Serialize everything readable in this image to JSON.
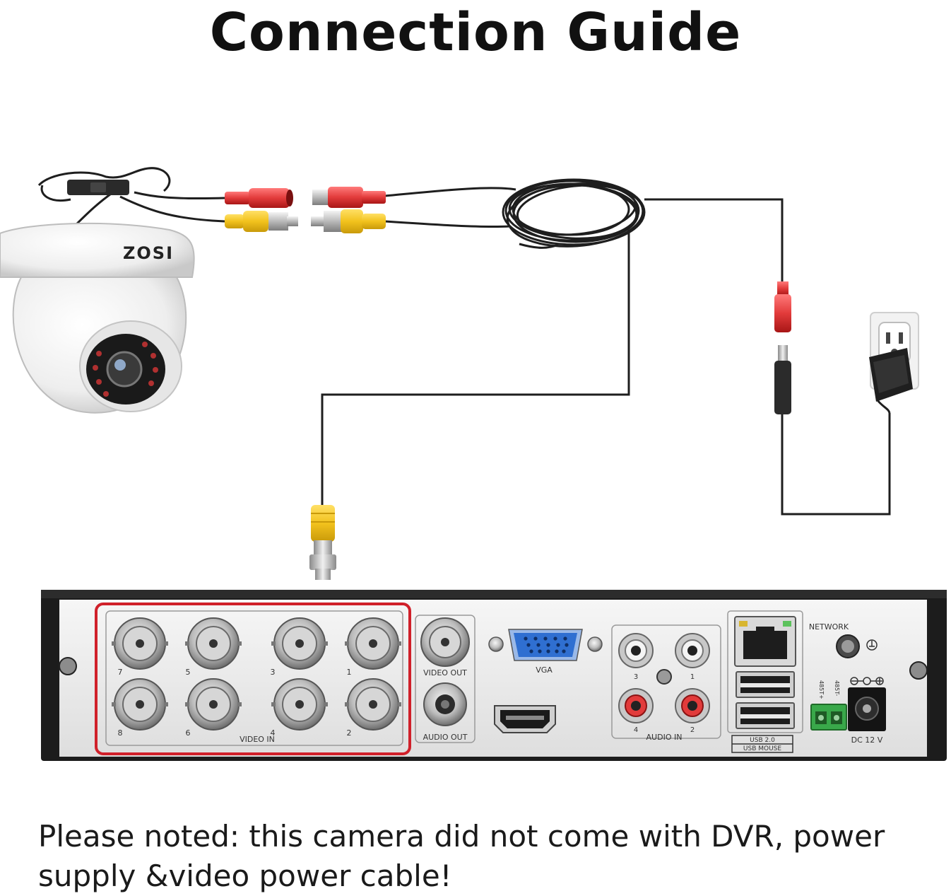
{
  "title": "Connection Guide",
  "note": "Please noted: this camera did not come with DVR, power supply &video power cable!",
  "camera": {
    "brand": "ZOSI"
  },
  "dvr": {
    "video_in_label": "VIDEO IN",
    "channel_numbers": [
      "7",
      "5",
      "3",
      "1",
      "8",
      "6",
      "4",
      "2"
    ],
    "video_out_label": "VIDEO OUT",
    "audio_out_label": "AUDIO OUT",
    "vga_label": "VGA",
    "audio_in_label": "AUDIO IN",
    "audio_in_numbers": [
      "3",
      "1",
      "4",
      "2"
    ],
    "network_label": "NETWORK",
    "usb_label": "USB 2.0",
    "usb_mouse_label": "USB MOUSE",
    "rs485_plus": "485T+",
    "rs485_minus": "485T-",
    "dc_label": "DC 12 V"
  },
  "colors": {
    "highlight": "#d0202a",
    "bnc_yellow": "#f2c21d",
    "power_red": "#e23b3b",
    "vga_blue": "#2f6fd1",
    "terminal_green": "#39a84a",
    "cable": "#1e1e1e",
    "dvr_body": "#1c1c1c",
    "panel": "#ececec"
  }
}
